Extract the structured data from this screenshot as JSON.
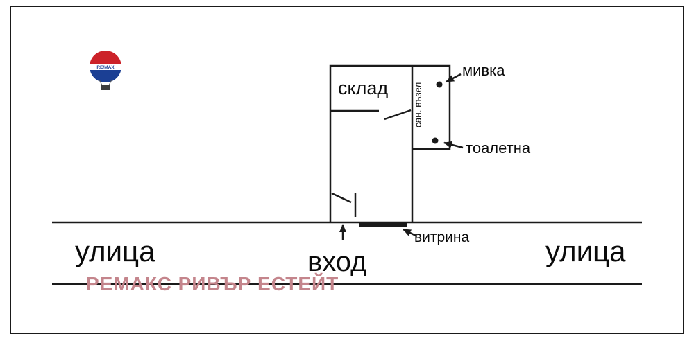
{
  "logo": {
    "brand": "RE/MAX"
  },
  "labels": {
    "storage": "склад",
    "sanitary_unit": "сан. възел",
    "sink": "мивка",
    "toilet": "тоалетна",
    "display_window": "витрина",
    "entrance": "вход",
    "street_left": "улица",
    "street_right": "улица"
  },
  "watermark": {
    "text": "РЕМАКС РИВЪР ЕСТЕЙТ",
    "color": "#c4858c"
  },
  "colors": {
    "line": "#1a1a1a",
    "balloon_red": "#cc2229",
    "balloon_blue": "#1b3f94"
  }
}
